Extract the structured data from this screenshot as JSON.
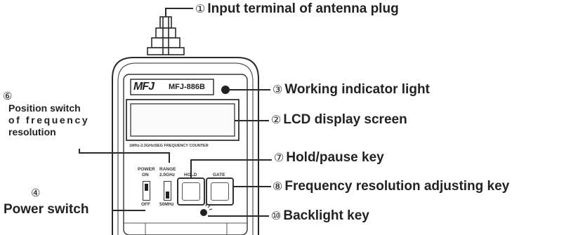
{
  "device": {
    "brand": "MFJ",
    "model": "MFJ-886B",
    "subtitle": "1MHz-2.3GHz/SEG FREQUENCY COUNTER",
    "power_switch_label_top": "POWER",
    "power_on_label": "ON",
    "power_off_label": "OFF",
    "range_label_top": "RANGE",
    "range_high_label": "2.0GHz",
    "range_low_label": "50MHz",
    "hold_key_label": "HOLD",
    "gate_key_label": "GATE"
  },
  "callouts": [
    {
      "number": "①",
      "text": "Input terminal of antenna plug"
    },
    {
      "number": "③",
      "text": "Working indicator light"
    },
    {
      "number": "②",
      "text": "LCD display screen"
    },
    {
      "number": "⑥",
      "text": "Position switch"
    },
    {
      "number": "",
      "text": "of frequency"
    },
    {
      "number": "",
      "text": "resolution"
    },
    {
      "number": "⑦",
      "text": "Hold/pause key"
    },
    {
      "number": "④",
      "text": "Power switch"
    },
    {
      "number": "⑧",
      "text": "Frequency resolution adjusting key"
    },
    {
      "number": "⑩",
      "text": "Backlight key"
    }
  ],
  "colors": {
    "line": "#2a2a2a",
    "body_fill": "#ffffff",
    "lcd_fill": "#fafafa"
  }
}
